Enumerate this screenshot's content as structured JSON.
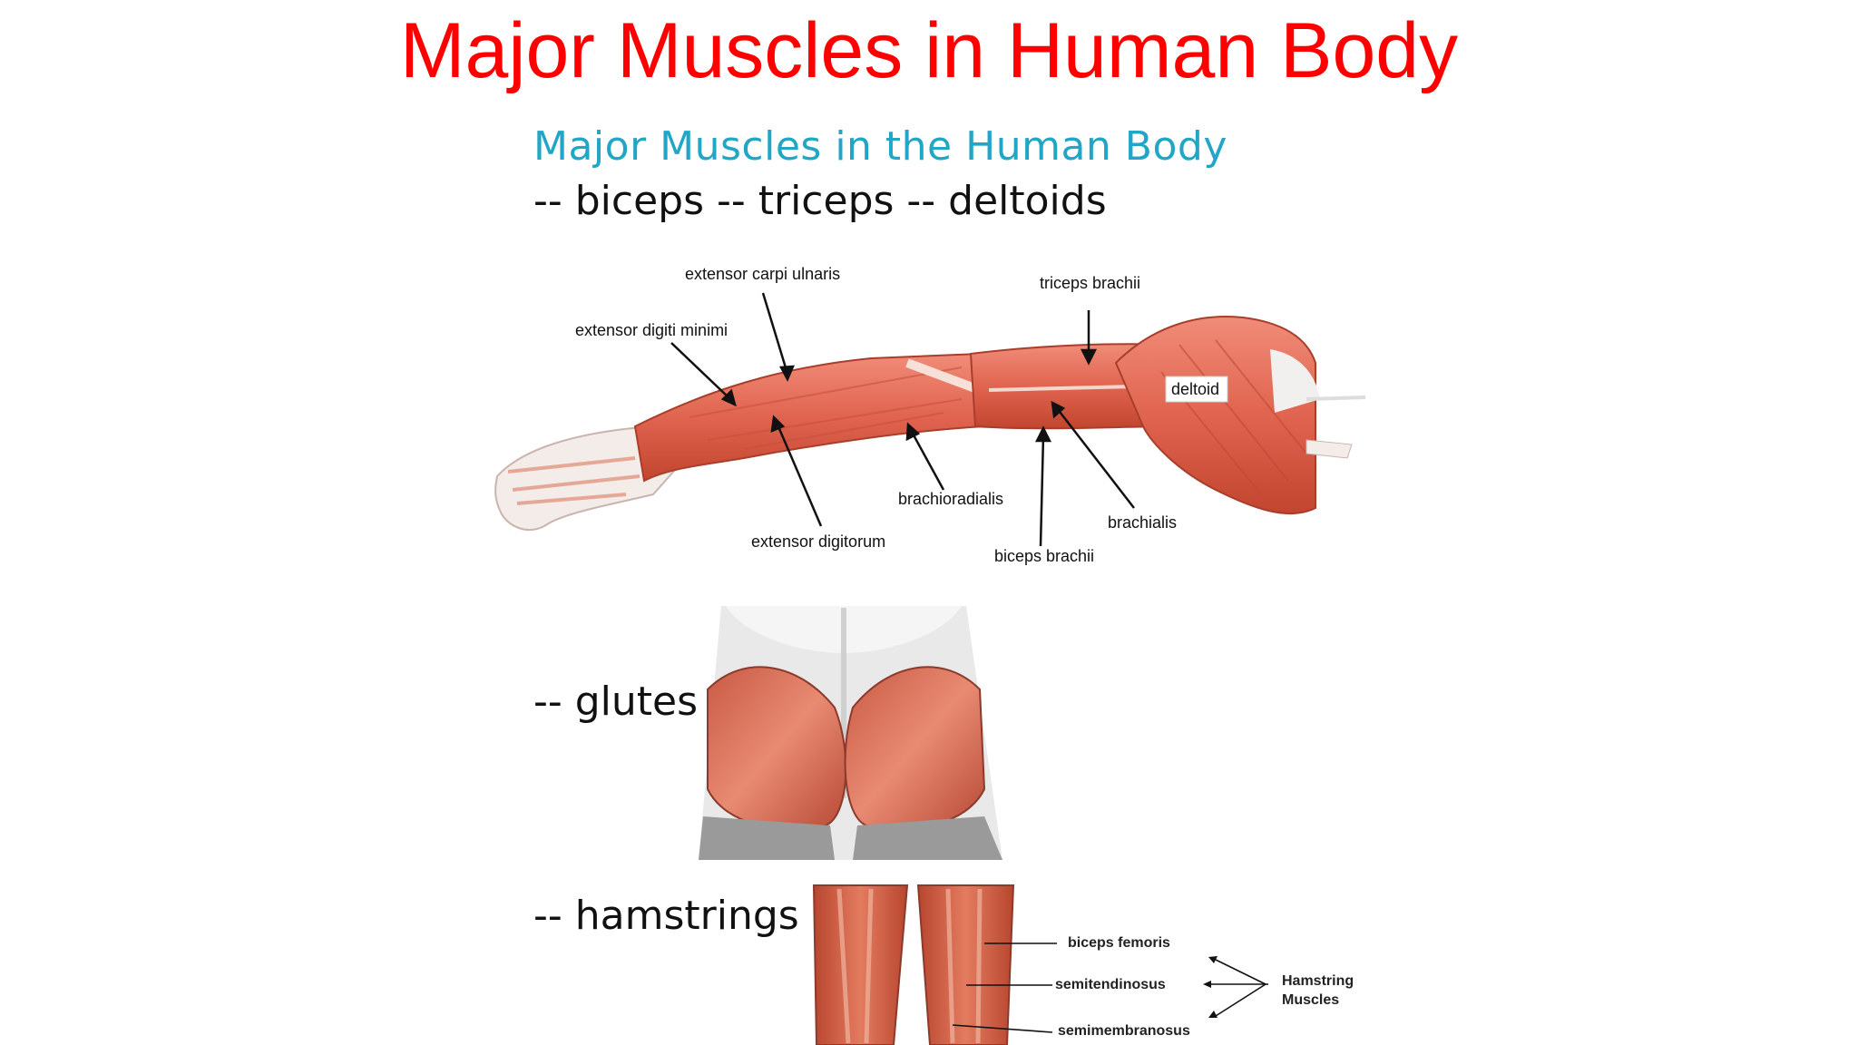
{
  "slide": {
    "title": "Major Muscles in Human Body",
    "subheading": "Major Muscles in the Human Body",
    "line_arm": "-- biceps -- triceps -- deltoids",
    "line_glutes": "-- glutes",
    "line_hamstrings": "-- hamstrings"
  },
  "arm_labels": {
    "extensor_carpi_ulnaris": "extensor carpi ulnaris",
    "extensor_digiti_minimi": "extensor digiti minimi",
    "triceps_brachii": "triceps brachii",
    "deltoid": "deltoid",
    "brachioradialis": "brachioradialis",
    "brachialis": "brachialis",
    "extensor_digitorum": "extensor digitorum",
    "biceps_brachii": "biceps brachii"
  },
  "hamstring_labels": {
    "biceps_femoris": "biceps femoris",
    "semitendinosus": "semitendinosus",
    "semimembranosus": "semimembranosus",
    "group_label_1": "Hamstring",
    "group_label_2": "Muscles"
  },
  "colors": {
    "title": "#ff0000",
    "subheading": "#21a6c6",
    "muscle": "#e0644f",
    "muscle_dark": "#b8412f",
    "bone": "#f2f0ee"
  }
}
